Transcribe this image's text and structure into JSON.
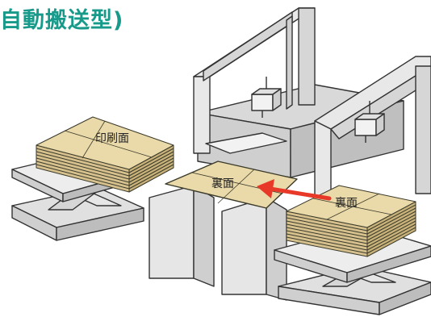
{
  "title": "自動搬送型)",
  "labels": {
    "left_stack": "印刷面",
    "center_sheet": "裏面",
    "right_stack": "裏面"
  },
  "colors": {
    "title": "#179a8a",
    "paper": "#ead9a9",
    "paper_stroke": "#3a3a2a",
    "machine_fill": "#e8e8e8",
    "machine_dark": "#cfcfcf",
    "outline": "#333333",
    "arrow": "#e83828"
  },
  "icons": [
    "arrow-left-icon"
  ]
}
